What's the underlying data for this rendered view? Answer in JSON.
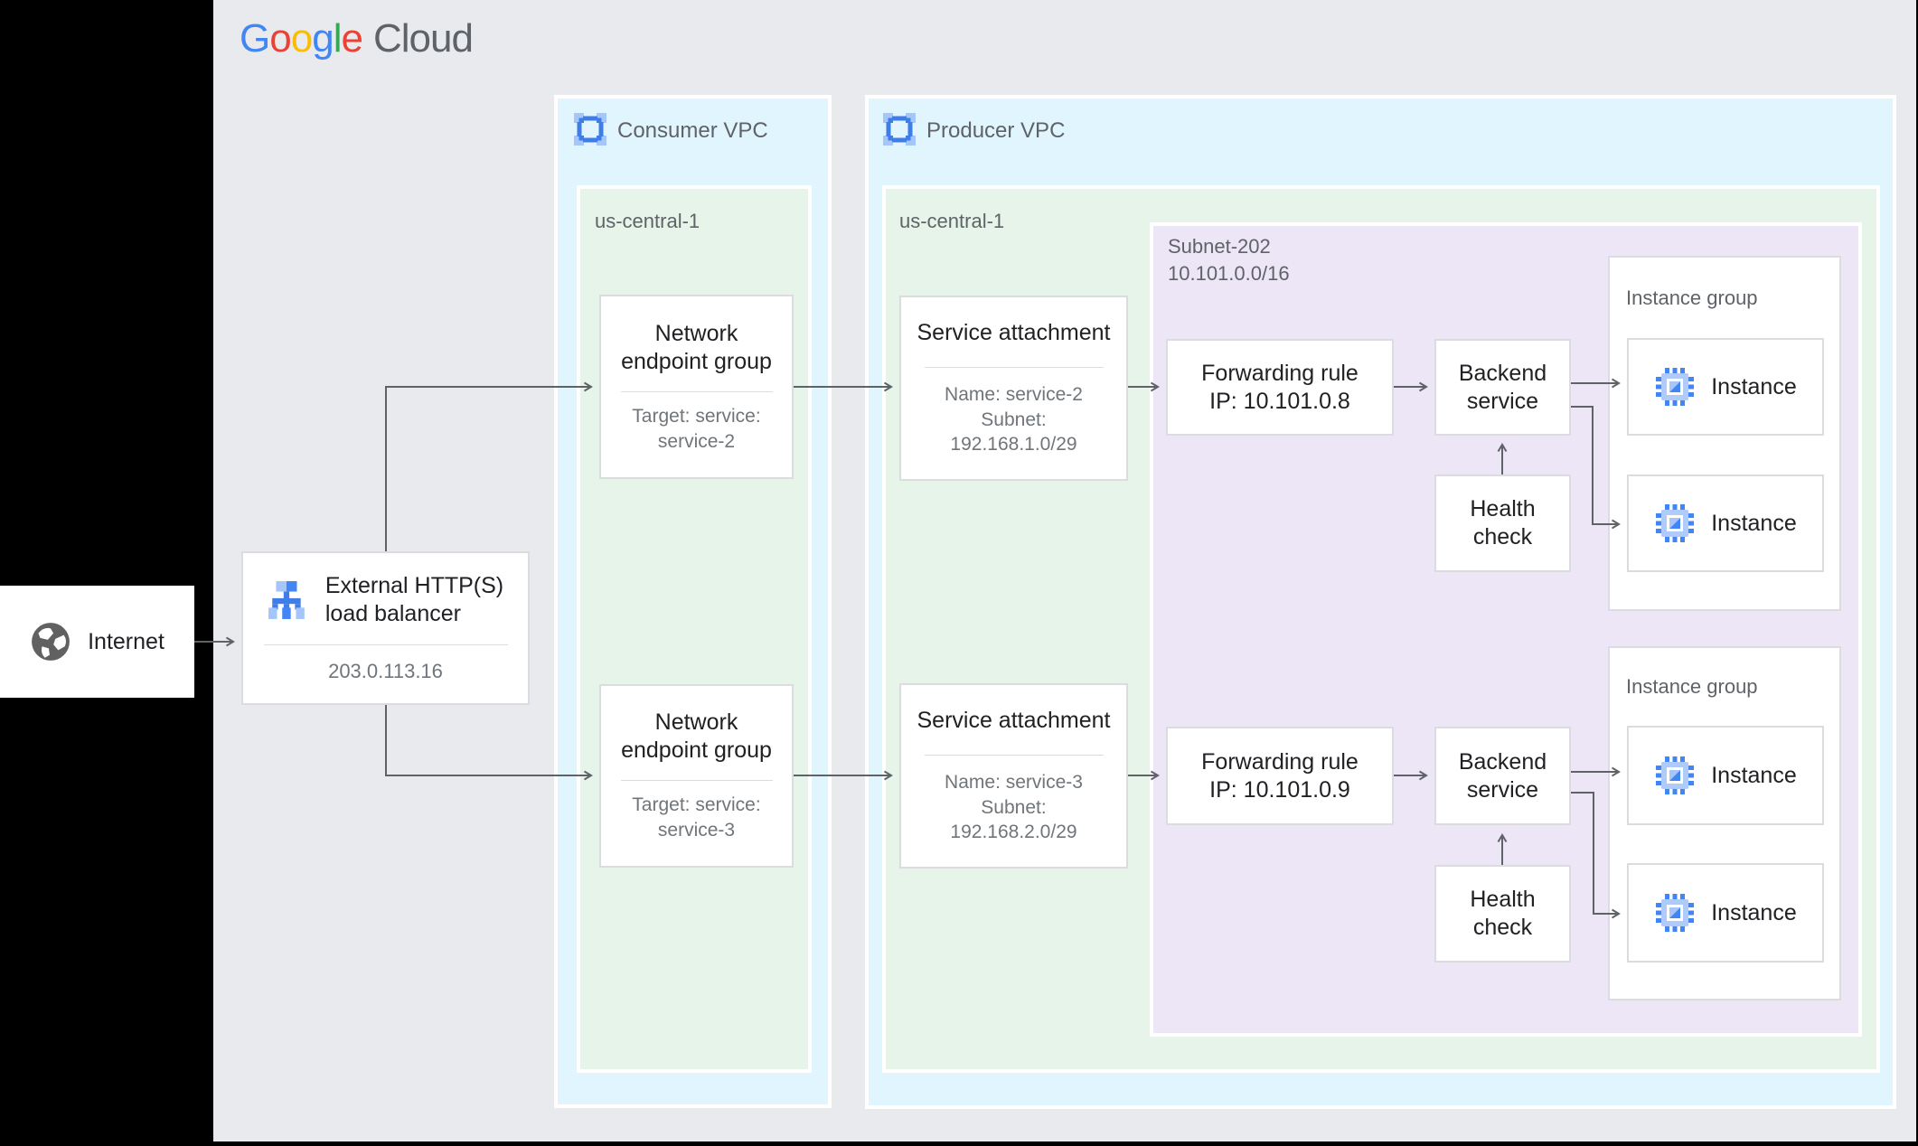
{
  "colors": {
    "page_bg": "#e8eaed",
    "frame_black": "#000000",
    "vpc_bg": "#e1f5fe",
    "region_bg": "#e6f4ea",
    "subnet_bg": "#ece6f6",
    "node_border": "#dadce0",
    "line": "#5f6368",
    "title_text": "#202124",
    "muted_text": "#70757a",
    "zone_text": "#5f6368",
    "blue_mid": "#4285f4",
    "blue_dark": "#3f7de8",
    "blue_soft": "#a5c6fa",
    "blue_body": "#aecbfa",
    "globe": "#616161",
    "g_blue": "#4285F4",
    "g_red": "#EA4335",
    "g_yellow": "#FBBC05",
    "g_green": "#34A853",
    "g_gray": "#5f6368"
  },
  "logo": {
    "letters": [
      "G",
      "o",
      "o",
      "g",
      "l",
      "e"
    ],
    "suffix": "Cloud"
  },
  "internet": {
    "label": "Internet"
  },
  "load_balancer": {
    "title_lines": [
      "External HTTP(S)",
      "load balancer"
    ],
    "ip": "203.0.113.16"
  },
  "consumer_vpc": {
    "label": "Consumer VPC",
    "region": "us-central-1",
    "negs": [
      {
        "title_lines": [
          "Network",
          "endpoint group"
        ],
        "target_lines": [
          "Target: service:",
          "service-2"
        ]
      },
      {
        "title_lines": [
          "Network",
          "endpoint group"
        ],
        "target_lines": [
          "Target: service:",
          "service-3"
        ]
      }
    ]
  },
  "producer_vpc": {
    "label": "Producer VPC",
    "region": "us-central-1",
    "service_attachments": [
      {
        "title": "Service attachment",
        "details": [
          "Name: service-2",
          "Subnet:",
          "192.168.1.0/29"
        ]
      },
      {
        "title": "Service attachment",
        "details": [
          "Name: service-3",
          "Subnet:",
          "192.168.2.0/29"
        ]
      }
    ],
    "subnet": {
      "name": "Subnet-202",
      "cidr": "10.101.0.0/16",
      "rows": [
        {
          "forwarding_rule_lines": [
            "Forwarding rule",
            "IP: 10.101.0.8"
          ],
          "backend_lines": [
            "Backend",
            "service"
          ],
          "health_lines": [
            "Health",
            "check"
          ],
          "instance_group_label": "Instance group",
          "instances": [
            "Instance",
            "Instance"
          ]
        },
        {
          "forwarding_rule_lines": [
            "Forwarding rule",
            "IP: 10.101.0.9"
          ],
          "backend_lines": [
            "Backend",
            "service"
          ],
          "health_lines": [
            "Health",
            "check"
          ],
          "instance_group_label": "Instance group",
          "instances": [
            "Instance",
            "Instance"
          ]
        }
      ]
    }
  }
}
